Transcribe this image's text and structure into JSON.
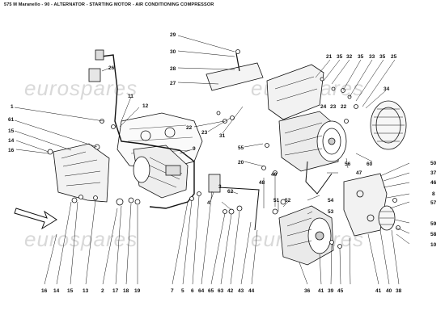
{
  "title": "575 M Maranello - 90 - ALTERNATOR - STARTING MOTOR - AIR CONDITIONING COMPRESSOR",
  "watermarks": [
    "eurospares",
    "eurospares",
    "eurospares",
    "eurospares"
  ],
  "callouts": [
    {
      "id": "29",
      "text": "29"
    },
    {
      "id": "30",
      "text": "30"
    },
    {
      "id": "28",
      "text": "28"
    },
    {
      "id": "27",
      "text": "27"
    },
    {
      "id": "26",
      "text": "26"
    },
    {
      "id": "11",
      "text": "11"
    },
    {
      "id": "12",
      "text": "12"
    },
    {
      "id": "1",
      "text": "1"
    },
    {
      "id": "61",
      "text": "61"
    },
    {
      "id": "15a",
      "text": "15"
    },
    {
      "id": "14a",
      "text": "14"
    },
    {
      "id": "16a",
      "text": "16"
    },
    {
      "id": "9",
      "text": "9"
    },
    {
      "id": "22a",
      "text": "22"
    },
    {
      "id": "23a",
      "text": "23"
    },
    {
      "id": "31",
      "text": "31"
    },
    {
      "id": "21",
      "text": "21"
    },
    {
      "id": "35a",
      "text": "35"
    },
    {
      "id": "32",
      "text": "32"
    },
    {
      "id": "35b",
      "text": "35"
    },
    {
      "id": "33",
      "text": "33"
    },
    {
      "id": "35c",
      "text": "35"
    },
    {
      "id": "25",
      "text": "25"
    },
    {
      "id": "34",
      "text": "34"
    },
    {
      "id": "24",
      "text": "24"
    },
    {
      "id": "23b",
      "text": "23"
    },
    {
      "id": "22b",
      "text": "22"
    },
    {
      "id": "55",
      "text": "55"
    },
    {
      "id": "20",
      "text": "20"
    },
    {
      "id": "56",
      "text": "56"
    },
    {
      "id": "60",
      "text": "60"
    },
    {
      "id": "47",
      "text": "47"
    },
    {
      "id": "49",
      "text": "49"
    },
    {
      "id": "48",
      "text": "48"
    },
    {
      "id": "50",
      "text": "50"
    },
    {
      "id": "37",
      "text": "37"
    },
    {
      "id": "46",
      "text": "46"
    },
    {
      "id": "8",
      "text": "8"
    },
    {
      "id": "54",
      "text": "54"
    },
    {
      "id": "53",
      "text": "53"
    },
    {
      "id": "51",
      "text": "51"
    },
    {
      "id": "52",
      "text": "52"
    },
    {
      "id": "57",
      "text": "57"
    },
    {
      "id": "59",
      "text": "59"
    },
    {
      "id": "58",
      "text": "58"
    },
    {
      "id": "3",
      "text": "3"
    },
    {
      "id": "4",
      "text": "4"
    },
    {
      "id": "62",
      "text": "62"
    },
    {
      "id": "10",
      "text": "10"
    },
    {
      "id": "b16",
      "text": "16"
    },
    {
      "id": "b14",
      "text": "14"
    },
    {
      "id": "b15",
      "text": "15"
    },
    {
      "id": "b13",
      "text": "13"
    },
    {
      "id": "b2",
      "text": "2"
    },
    {
      "id": "b17",
      "text": "17"
    },
    {
      "id": "b18",
      "text": "18"
    },
    {
      "id": "b19",
      "text": "19"
    },
    {
      "id": "b7",
      "text": "7"
    },
    {
      "id": "b5",
      "text": "5"
    },
    {
      "id": "b6",
      "text": "6"
    },
    {
      "id": "b64",
      "text": "64"
    },
    {
      "id": "b65",
      "text": "65"
    },
    {
      "id": "b63",
      "text": "63"
    },
    {
      "id": "b42",
      "text": "42"
    },
    {
      "id": "b43",
      "text": "43"
    },
    {
      "id": "b44",
      "text": "44"
    },
    {
      "id": "b36",
      "text": "36"
    },
    {
      "id": "b41a",
      "text": "41"
    },
    {
      "id": "b39",
      "text": "39"
    },
    {
      "id": "b45",
      "text": "45"
    },
    {
      "id": "b41b",
      "text": "41"
    },
    {
      "id": "b40",
      "text": "40"
    },
    {
      "id": "b38",
      "text": "38"
    }
  ]
}
